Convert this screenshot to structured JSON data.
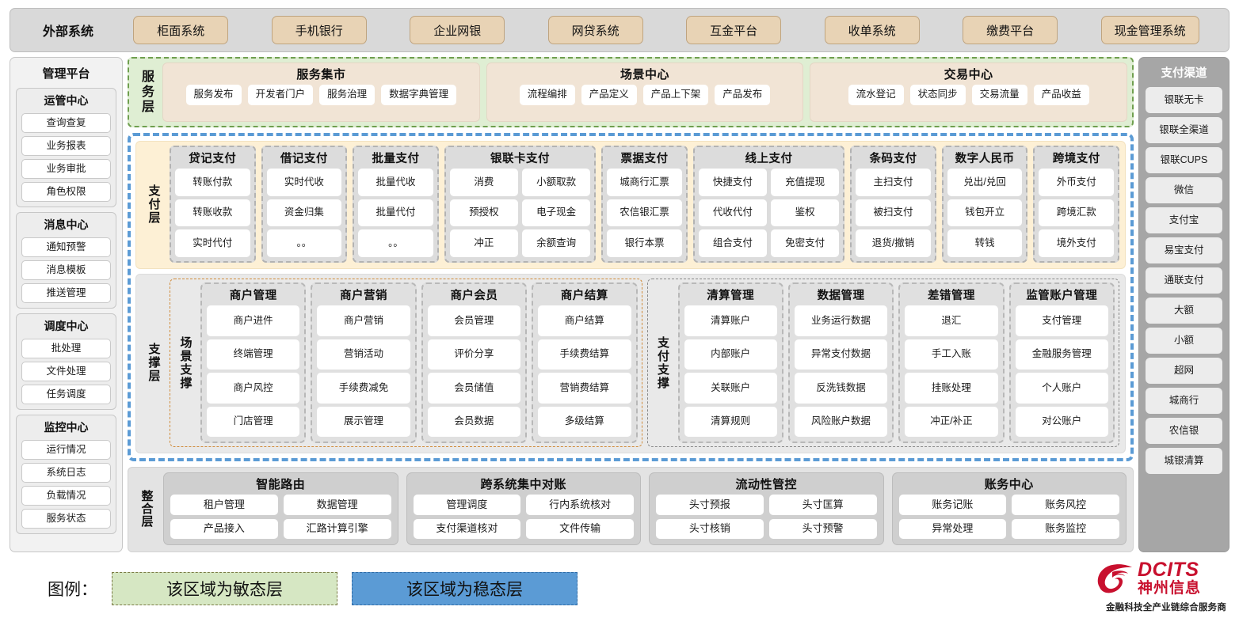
{
  "external": {
    "label": "外部系统",
    "systems": [
      "柜面系统",
      "手机银行",
      "企业网银",
      "网贷系统",
      "互金平台",
      "收单系统",
      "缴费平台",
      "现金管理系统"
    ]
  },
  "management": {
    "title": "管理平台",
    "groups": [
      {
        "title": "运管中心",
        "items": [
          "查询查复",
          "业务报表",
          "业务审批",
          "角色权限"
        ]
      },
      {
        "title": "消息中心",
        "items": [
          "通知预警",
          "消息模板",
          "推送管理"
        ]
      },
      {
        "title": "调度中心",
        "items": [
          "批处理",
          "文件处理",
          "任务调度"
        ]
      },
      {
        "title": "监控中心",
        "items": [
          "运行情况",
          "系统日志",
          "负载情况",
          "服务状态"
        ]
      }
    ]
  },
  "channels": {
    "title": "支付渠道",
    "items": [
      "银联无卡",
      "银联全渠道",
      "银联CUPS",
      "微信",
      "支付宝",
      "易宝支付",
      "通联支付",
      "大额",
      "小额",
      "超网",
      "城商行",
      "农信银",
      "城银清算"
    ]
  },
  "service_layer": {
    "label": "服务层",
    "groups": [
      {
        "title": "服务集市",
        "items": [
          "服务发布",
          "开发者门户",
          "服务治理",
          "数据字典管理"
        ]
      },
      {
        "title": "场景中心",
        "items": [
          "流程编排",
          "产品定义",
          "产品上下架",
          "产品发布"
        ]
      },
      {
        "title": "交易中心",
        "items": [
          "流水登记",
          "状态同步",
          "交易流量",
          "产品收益"
        ]
      }
    ]
  },
  "pay_layer": {
    "label": "支付层",
    "columns": [
      {
        "title": "贷记支付",
        "cols": 1,
        "rows": [
          [
            "转账付款"
          ],
          [
            "转账收款"
          ],
          [
            "实时代付"
          ]
        ]
      },
      {
        "title": "借记支付",
        "cols": 1,
        "rows": [
          [
            "实时代收"
          ],
          [
            "资金归集"
          ],
          [
            "。。"
          ]
        ]
      },
      {
        "title": "批量支付",
        "cols": 1,
        "rows": [
          [
            "批量代收"
          ],
          [
            "批量代付"
          ],
          [
            "。。"
          ]
        ]
      },
      {
        "title": "银联卡支付",
        "cols": 2,
        "rows": [
          [
            "消费",
            "小额取款"
          ],
          [
            "预授权",
            "电子现金"
          ],
          [
            "冲正",
            "余额查询"
          ]
        ]
      },
      {
        "title": "票据支付",
        "cols": 1,
        "rows": [
          [
            "城商行汇票"
          ],
          [
            "农信银汇票"
          ],
          [
            "银行本票"
          ]
        ]
      },
      {
        "title": "线上支付",
        "cols": 2,
        "rows": [
          [
            "快捷支付",
            "充值提现"
          ],
          [
            "代收代付",
            "鉴权"
          ],
          [
            "组合支付",
            "免密支付"
          ]
        ]
      },
      {
        "title": "条码支付",
        "cols": 1,
        "rows": [
          [
            "主扫支付"
          ],
          [
            "被扫支付"
          ],
          [
            "退货/撤销"
          ]
        ]
      },
      {
        "title": "数字人民币",
        "cols": 1,
        "rows": [
          [
            "兑出/兑回"
          ],
          [
            "钱包开立"
          ],
          [
            "转钱"
          ]
        ]
      },
      {
        "title": "跨境支付",
        "cols": 1,
        "rows": [
          [
            "外币支付"
          ],
          [
            "跨境汇款"
          ],
          [
            "境外支付"
          ]
        ]
      }
    ]
  },
  "support_layer": {
    "label": "支撑层",
    "zones": [
      {
        "label": "场景支撑",
        "columns": [
          {
            "title": "商户管理",
            "items": [
              "商户进件",
              "终端管理",
              "商户风控",
              "门店管理"
            ]
          },
          {
            "title": "商户营销",
            "items": [
              "商户营销",
              "营销活动",
              "手续费减免",
              "展示管理"
            ]
          },
          {
            "title": "商户会员",
            "items": [
              "会员管理",
              "评价分享",
              "会员储值",
              "会员数据"
            ]
          },
          {
            "title": "商户结算",
            "items": [
              "商户结算",
              "手续费结算",
              "营销费结算",
              "多级结算"
            ]
          }
        ]
      },
      {
        "label": "支付支撑",
        "columns": [
          {
            "title": "清算管理",
            "items": [
              "清算账户",
              "内部账户",
              "关联账户",
              "清算规则"
            ]
          },
          {
            "title": "数据管理",
            "items": [
              "业务运行数据",
              "异常支付数据",
              "反洗钱数据",
              "风险账户数据"
            ]
          },
          {
            "title": "差错管理",
            "items": [
              "退汇",
              "手工入账",
              "挂账处理",
              "冲正/补正"
            ]
          },
          {
            "title": "监管账户管理",
            "items": [
              "支付管理",
              "金融服务管理",
              "个人账户",
              "对公账户"
            ]
          }
        ]
      }
    ]
  },
  "integration_layer": {
    "label": "整合层",
    "groups": [
      {
        "title": "智能路由",
        "rows": [
          [
            "租户管理",
            "数据管理"
          ],
          [
            "产品接入",
            "汇路计算引擎"
          ]
        ]
      },
      {
        "title": "跨系统集中对账",
        "rows": [
          [
            "管理调度",
            "行内系统核对"
          ],
          [
            "支付渠道核对",
            "文件传输"
          ]
        ]
      },
      {
        "title": "流动性管控",
        "rows": [
          [
            "头寸预报",
            "头寸匡算"
          ],
          [
            "头寸核销",
            "头寸预警"
          ]
        ]
      },
      {
        "title": "账务中心",
        "rows": [
          [
            "账务记账",
            "账务风控"
          ],
          [
            "异常处理",
            "账务监控"
          ]
        ]
      }
    ]
  },
  "legend": {
    "label": "图例：",
    "agile": "该区域为敏态层",
    "stable": "该区域为稳态层",
    "agile_color": "#d6e7c3",
    "stable_color": "#5b9bd5"
  },
  "logo": {
    "brand": "DCITS",
    "brand_cn": "神州信息",
    "tagline": "金融科技全产业链综合服务商",
    "color": "#c8102e"
  }
}
